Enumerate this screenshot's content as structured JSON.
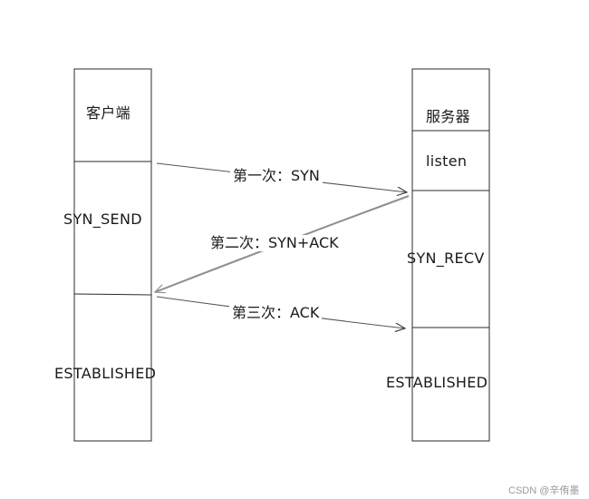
{
  "client": {
    "title": "客户端",
    "state_send": "SYN_SEND",
    "state_established": "ESTABLISHED"
  },
  "server": {
    "title": "服务器",
    "state_listen": "listen",
    "state_recv": "SYN_RECV",
    "state_established": "ESTABLISHED"
  },
  "messages": {
    "first": "第一次：SYN",
    "second": "第二次：SYN+ACK",
    "third": "第三次：ACK"
  },
  "watermark": "CSDN @辛侑墨",
  "colors": {
    "stroke": "#2b2b2b",
    "arrow_second": "#8f8f8f",
    "text": "#1a1a1a"
  }
}
